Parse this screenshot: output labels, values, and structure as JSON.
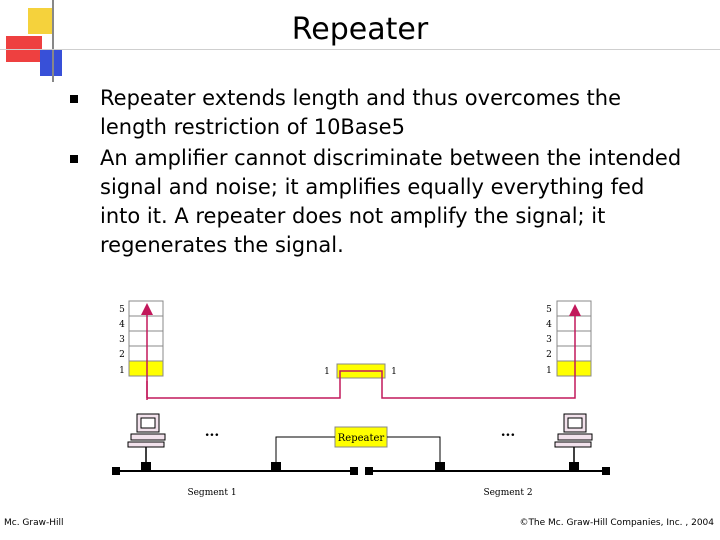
{
  "slide": {
    "title": "Repeater",
    "bullets": [
      "Repeater extends length and thus overcomes the length restriction of 10Base5",
      "An amplifier cannot discriminate between the intended signal and noise; it amplifies equally everything fed into it. A repeater does not amplify the signal; it regenerates the signal."
    ]
  },
  "diagram": {
    "layer_numbers": [
      "5",
      "4",
      "3",
      "2",
      "1"
    ],
    "repeater_port_left": "1",
    "repeater_port_right": "1",
    "repeater_label": "Repeater",
    "ellipsis_left": "...",
    "ellipsis_right": "...",
    "segment1_label": "Segment 1",
    "segment2_label": "Segment 2",
    "colors": {
      "highlight": "#ffff00",
      "arrow": "#c2185b",
      "stack_border": "#888888"
    }
  },
  "footer": {
    "left": "Mc. Graw-Hill",
    "right": "©The Mc. Graw-Hill Companies, Inc. , 2004"
  }
}
